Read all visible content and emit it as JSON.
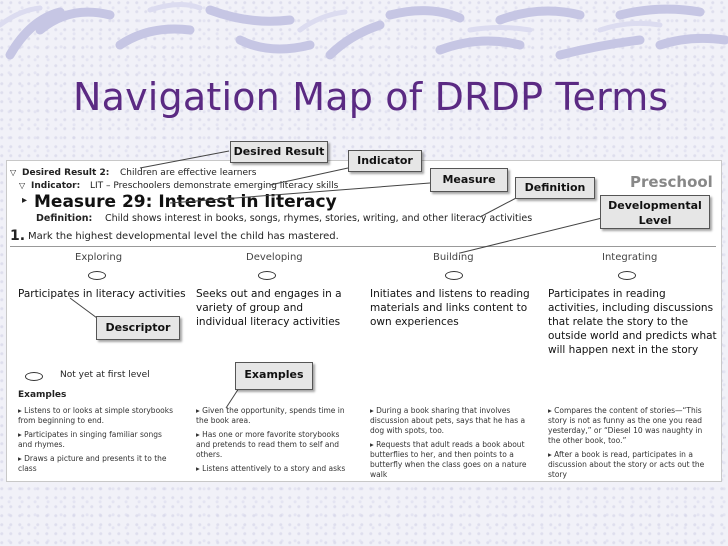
{
  "slide_title": "Navigation Map of DRDP Terms",
  "form": {
    "preschool": "Preschool",
    "desired_result_label": "Desired Result 2:",
    "desired_result_text": "Children are effective learners",
    "indicator_label": "Indicator:",
    "indicator_text": "LIT – Preschoolers demonstrate emerging literacy skills",
    "measure": "Measure 29: Interest in literacy",
    "definition_label": "Definition:",
    "definition_text": "Child shows interest in books, songs, rhymes, stories, writing, and other literacy activities",
    "instruction_number": "1.",
    "instruction": "Mark the highest developmental level the child has mastered.",
    "levels": [
      "Exploring",
      "Developing",
      "Building",
      "Integrating"
    ],
    "descriptors": [
      "Participates in literacy activities",
      "Seeks out and engages in a variety of group and individual literacy activities",
      "Initiates and listens to reading materials and links content to own experiences",
      "Participates in reading activities, including discussions that relate the story to the outside world and predicts what will happen next in the story"
    ],
    "not_yet": "Not yet at first level",
    "examples_label": "Examples",
    "examples": [
      [
        "Listens to or looks at simple storybooks from beginning to end.",
        "Participates in singing familiar songs and rhymes.",
        "Draws a picture and presents it to the class"
      ],
      [
        "Given the opportunity, spends time in the book area.",
        "Has one or more favorite storybooks and pretends to read them to self and others.",
        "Listens attentively to a story and asks"
      ],
      [
        "During a book sharing that involves discussion about pets, says that he has a dog with spots, too.",
        "Requests that adult reads a book about butterflies to her, and then points to a butterfly when the class goes on a nature walk"
      ],
      [
        "Compares the content of stories—“This story is not as funny as the one you read yesterday,” or “Diesel 10 was naughty in the other book, too.”",
        "After a book is read, participates in a discussion about the story or acts out the story"
      ]
    ]
  },
  "callouts": {
    "desired_result": "Desired Result",
    "indicator": "Indicator",
    "measure": "Measure",
    "definition": "Definition",
    "developmental_level": "Developmental Level",
    "descriptor": "Descriptor",
    "examples": "Examples"
  },
  "colors": {
    "title": "#5b2a83",
    "background": "#f1f1f8",
    "decoration": "#c9c9e6",
    "callout_fill": "#e6e6e6"
  }
}
